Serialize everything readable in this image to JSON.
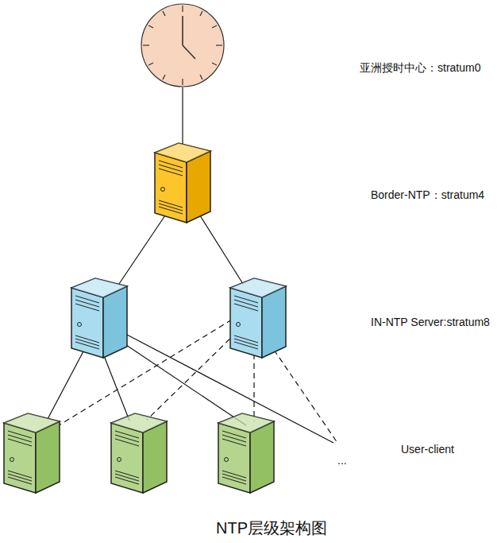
{
  "diagram": {
    "caption": "NTP层级架构图",
    "labels": [
      "亚洲授时中心：stratum0",
      "Border-NTP：stratum4",
      "IN-NTP Server:stratum8",
      "User-client",
      "..."
    ]
  }
}
